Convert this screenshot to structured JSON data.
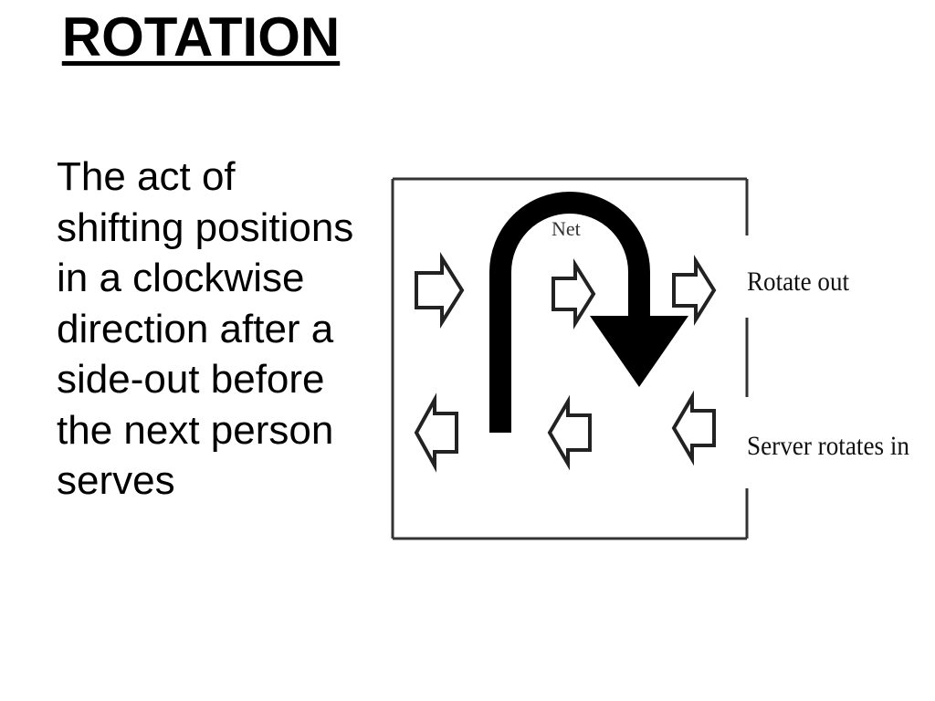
{
  "slide": {
    "title": "ROTATION",
    "definition": "The act of shifting positions in a clockwise direction after a side-out before the next person serves"
  },
  "diagram": {
    "net_label": "Net",
    "rotate_out_label": "Rotate out",
    "server_rotates_in_label": "Server rotates in",
    "front_row_arrows": [
      "right-arrow-icon",
      "right-arrow-icon",
      "right-arrow-icon"
    ],
    "back_row_arrows": [
      "left-arrow-icon",
      "left-arrow-icon",
      "left-arrow-icon"
    ],
    "rotation_arrow": "u-turn-arrow-icon"
  }
}
